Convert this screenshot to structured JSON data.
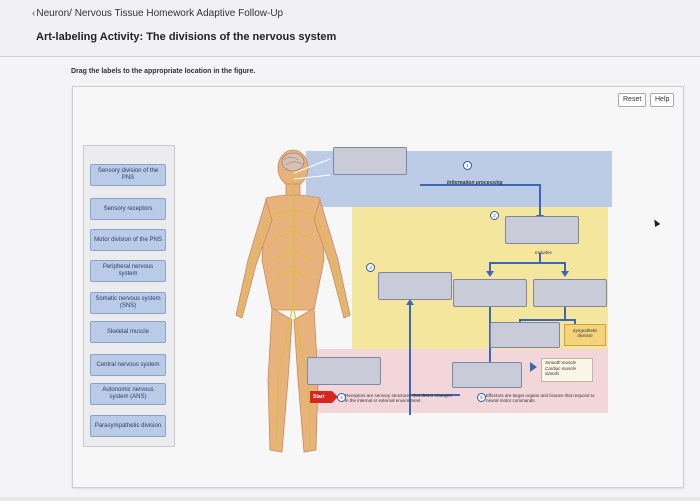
{
  "header": {
    "breadcrumb": "Neuron/ Nervous Tissue Homework Adaptive Follow-Up",
    "activity_title": "Art-labeling Activity: The divisions of the nervous system"
  },
  "instructions": "Drag the labels to the appropriate location in the figure.",
  "toolbar": {
    "reset_label": "Reset",
    "help_label": "Help"
  },
  "labels": [
    "Sensory division of the PNS",
    "Sensory receptors",
    "Motor division of the PNS",
    "Peripheral nervous system",
    "Somatic nervous system (SNS)",
    "Skeletal muscle",
    "Central nervous system",
    "Autonomic nervous system (ANS)",
    "Parasympathetic division"
  ],
  "diagram": {
    "info_processing": "Information processing",
    "includes": "Includes",
    "sympathetic": "Sympathetic division",
    "effector_list": [
      "Smooth muscle",
      "Cardiac muscle",
      "Glands"
    ],
    "start": "Start",
    "receptors_note": "Receptors are sensory structures that detect changes in the internal or external environment.",
    "effectors_note": "Effectors are target organs and tissues that respond to neural motor commands.",
    "badges": [
      "1",
      "2",
      "3",
      "4",
      "5"
    ]
  },
  "colors": {
    "band_blue": "#bccbe6",
    "band_yellow": "#f5e69d",
    "band_pink": "#f2d6da",
    "drop_zone": "#c9ccd8",
    "arrow_blue": "#3a68b5",
    "label_blue": "#b9cbe6"
  }
}
